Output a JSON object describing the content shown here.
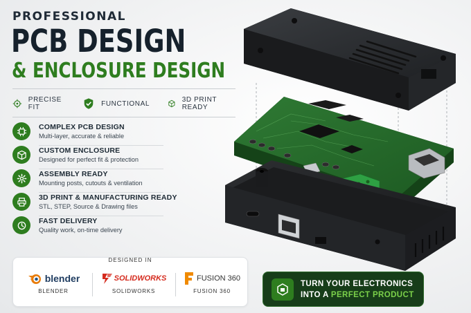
{
  "header": {
    "kicker": "PROFESSIONAL",
    "title_line1": "PCB DESIGN",
    "title_line2": "& ENCLOSURE DESIGN"
  },
  "badges": [
    {
      "icon": "crosshair-icon",
      "label": "PRECISE FIT"
    },
    {
      "icon": "shield-check-icon",
      "label": "FUNCTIONAL"
    },
    {
      "icon": "cube-icon",
      "label": "3D PRINT READY"
    }
  ],
  "features": [
    {
      "icon": "chip-icon",
      "title": "COMPLEX PCB DESIGN",
      "subtitle": "Multi-layer, accurate & reliable"
    },
    {
      "icon": "box-icon",
      "title": "CUSTOM ENCLOSURE",
      "subtitle": "Designed for perfect fit & protection"
    },
    {
      "icon": "gear-icon",
      "title": "ASSEMBLY READY",
      "subtitle": "Mounting posts, cutouts & ventilation"
    },
    {
      "icon": "printer-icon",
      "title": "3D PRINT & MANUFACTURING READY",
      "subtitle": "STL, STEP, Source & Drawing files"
    },
    {
      "icon": "clock-icon",
      "title": "FAST DELIVERY",
      "subtitle": "Quality work, on-time delivery"
    }
  ],
  "tools": {
    "caption": "DESIGNED IN",
    "items": [
      {
        "logo_text": "blender",
        "name": "BLENDER",
        "color": "#e87d0d"
      },
      {
        "logo_text": "SOLIDWORKS",
        "name": "SOLIDWORKS",
        "color": "#d52b1e"
      },
      {
        "logo_text": "FUSION 360",
        "name": "FUSION 360",
        "color": "#f08a00"
      }
    ]
  },
  "cta": {
    "line1": "TURN YOUR ELECTRONICS",
    "line2_prefix": "INTO A ",
    "line2_highlight": "PERFECT PRODUCT"
  },
  "colors": {
    "accent_green": "#2e7d1f",
    "dark_navy": "#16212c",
    "cta_bg": "#173d19",
    "highlight_green": "#7bd14a"
  }
}
